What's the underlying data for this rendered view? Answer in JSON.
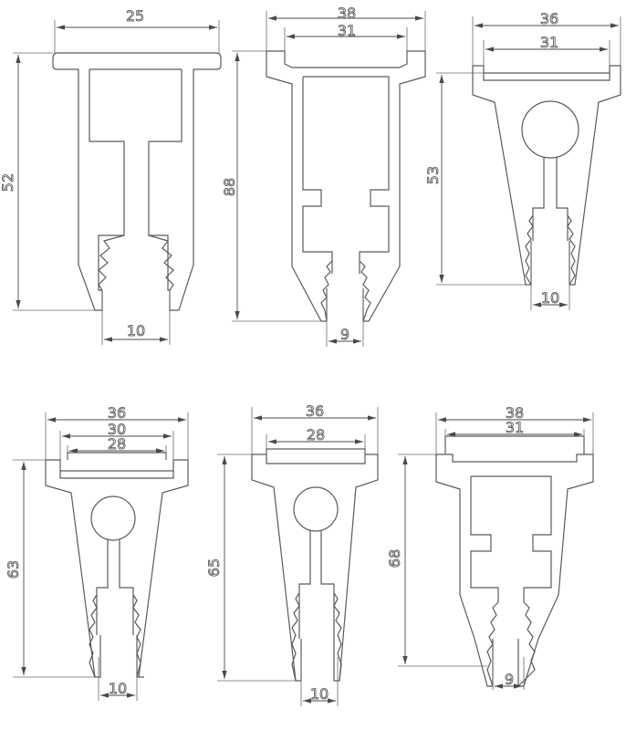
{
  "drawing": {
    "profiles": [
      {
        "id": "p1",
        "dims": {
          "top": "25",
          "height": "52",
          "bottom": "10"
        }
      },
      {
        "id": "p2",
        "dims": {
          "top": "38",
          "inner": "31",
          "height": "88",
          "bottom": "9"
        }
      },
      {
        "id": "p3",
        "dims": {
          "top": "36",
          "inner": "31",
          "height": "53",
          "bottom": "10"
        }
      },
      {
        "id": "p4",
        "dims": {
          "top": "36",
          "mid": "30",
          "inner": "28",
          "height": "63",
          "bottom": "10"
        }
      },
      {
        "id": "p5",
        "dims": {
          "top": "36",
          "inner": "28",
          "height": "65",
          "bottom": "10"
        }
      },
      {
        "id": "p6",
        "dims": {
          "top": "38",
          "inner": "31",
          "height": "68",
          "bottom": "9"
        }
      }
    ]
  },
  "colors": {
    "line": "#5a5a5a",
    "background": "#ffffff"
  }
}
